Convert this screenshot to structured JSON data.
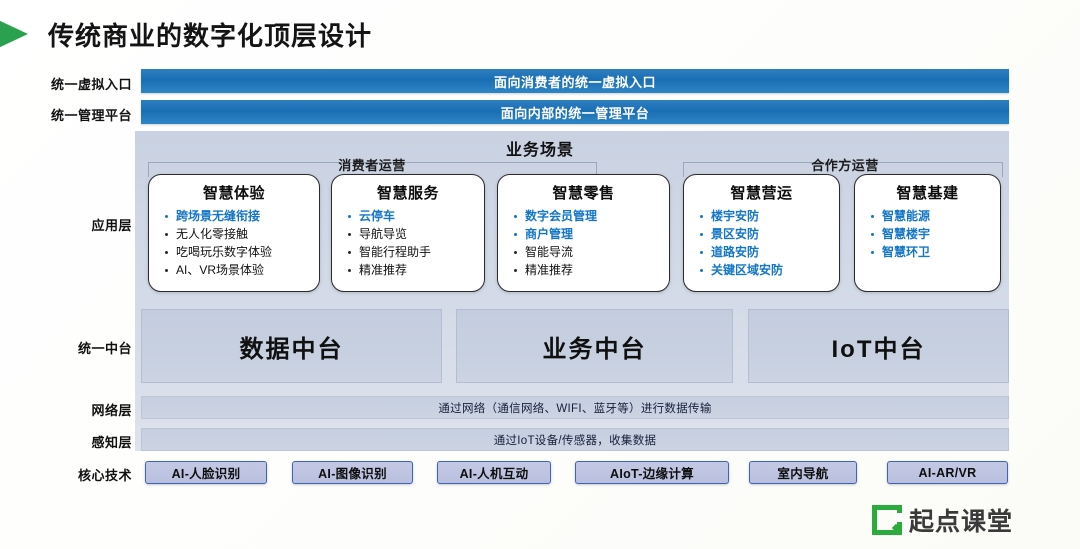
{
  "slide": {
    "title": "传统商业的数字化顶层设计",
    "marker_color": "#2aa14e"
  },
  "rows": {
    "entry_label": "统一虚拟入口",
    "platform_label": "统一管理平台",
    "app_label": "应用层",
    "middle_label": "统一中台",
    "network_label": "网络层",
    "sense_label": "感知层",
    "core_label": "核心技术"
  },
  "bars": {
    "entry": "面向消费者的统一虚拟入口",
    "platform": "面向内部的统一管理平台",
    "color": "#1a6eb4"
  },
  "scene": {
    "heading": "业务场景",
    "group_consumer": "消费者运营",
    "group_partner": "合作方运营"
  },
  "cards": [
    {
      "title": "智慧体验",
      "items": [
        {
          "text": "跨场景无缝衔接",
          "highlight": true
        },
        {
          "text": "无人化零接触",
          "highlight": false
        },
        {
          "text": "吃喝玩乐数字体验",
          "highlight": false
        },
        {
          "text": "AI、VR场景体验",
          "highlight": false
        }
      ]
    },
    {
      "title": "智慧服务",
      "items": [
        {
          "text": "云停车",
          "highlight": true
        },
        {
          "text": "导航导览",
          "highlight": false
        },
        {
          "text": "智能行程助手",
          "highlight": false
        },
        {
          "text": "精准推荐",
          "highlight": false
        }
      ]
    },
    {
      "title": "智慧零售",
      "items": [
        {
          "text": "数字会员管理",
          "highlight": true
        },
        {
          "text": "商户管理",
          "highlight": true
        },
        {
          "text": "智能导流",
          "highlight": false
        },
        {
          "text": "精准推荐",
          "highlight": false
        }
      ]
    },
    {
      "title": "智慧营运",
      "items": [
        {
          "text": "楼宇安防",
          "highlight": true
        },
        {
          "text": "景区安防",
          "highlight": true
        },
        {
          "text": "道路安防",
          "highlight": true
        },
        {
          "text": "关键区域安防",
          "highlight": true
        }
      ]
    },
    {
      "title": "智慧基建",
      "items": [
        {
          "text": "智慧能源",
          "highlight": true
        },
        {
          "text": "智慧楼宇",
          "highlight": true
        },
        {
          "text": "智慧环卫",
          "highlight": true
        }
      ]
    }
  ],
  "middle_boxes": [
    {
      "label": "数据中台"
    },
    {
      "label": "业务中台"
    },
    {
      "label": "IoT中台"
    }
  ],
  "strips": {
    "network": "通过网络（通信网络、WIFI、蓝牙等）进行数据传输",
    "sense": "通过IoT设备/传感器，收集数据"
  },
  "core_tech": [
    {
      "label": "AI-人脸识别"
    },
    {
      "label": "AI-图像识别"
    },
    {
      "label": "AI-人机互动"
    },
    {
      "label": "AIoT-边缘计算"
    },
    {
      "label": "室内导航"
    },
    {
      "label": "AI-AR/VR"
    }
  ],
  "logo": {
    "text": "起点课堂",
    "color": "#2bab3b"
  },
  "colors": {
    "highlight_blue": "#1476c6",
    "panel": "#cfd6e5",
    "chip_border": "#3f63b5"
  }
}
